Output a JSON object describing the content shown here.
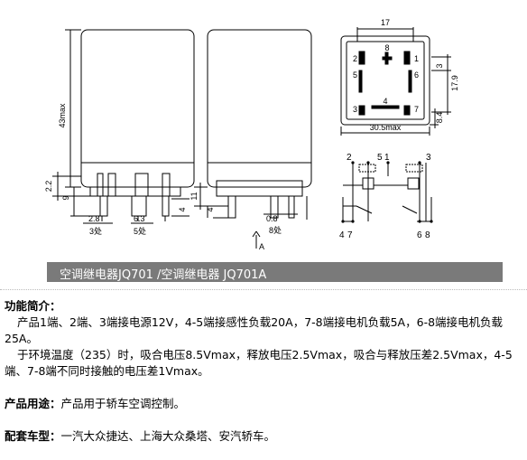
{
  "drawing": {
    "dim_43max": "43max",
    "dim_2_2": "2.2",
    "dim_9": "9",
    "dim_2_8": "2.8",
    "dim_3places": "3处",
    "dim_6_3": "6.3",
    "dim_5places": "5处",
    "dim_4": "4",
    "dim_11": "11",
    "dim_4b": "4",
    "dim_0_8": "0.8",
    "dim_8places": "8处",
    "view_A": "A",
    "dim_17": "17",
    "dim_3": "3",
    "dim_17_9": "17.9",
    "dim_8_4": "8.4",
    "dim_30_5max": "30.5max",
    "pin_2": "2",
    "pin_8": "8",
    "pin_5": "5",
    "pin_6": "6",
    "pin_1": "1",
    "pin_4": "4",
    "pin_3": "3",
    "pin_7": "7",
    "sch_top": [
      "2",
      "5",
      "1",
      "3"
    ],
    "sch_bot_left": "4",
    "sch_bot_left2": "7",
    "sch_bot_right": "6",
    "sch_bot_right2": "8"
  },
  "caption": "空调继电器JQ701 /空调继电器 JQ701A",
  "sections": {
    "function_heading": "功能简介：",
    "function_p1": "产品1端、2端、3端接电源12V，4-5端接感性负载20A，7-8端接电机负载5A，6-8端接电机负载25A。",
    "function_p2": "于环境温度（235）时，吸合电压8.5Vmax，释放电压2.5Vmax，吸合与释放压差2.5Vmax，4-5端、7-8端不同时接触的电压差1Vmax。",
    "usage_heading": "产品用途：",
    "usage_text": "产品用于轿车空调控制。",
    "models_heading": "配套车型：",
    "models_text": "一汽大众捷达、上海大众桑塔、安汽轿车。"
  }
}
